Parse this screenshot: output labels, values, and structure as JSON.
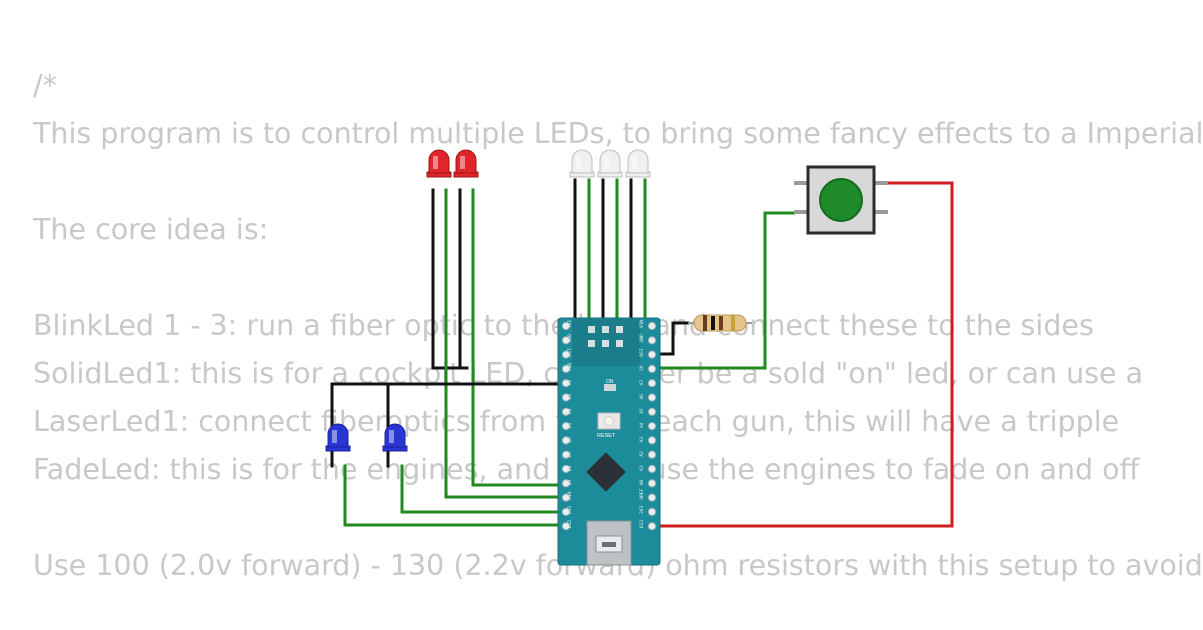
{
  "code_lines": [
    "/*",
    "This program is to control multiple LEDs, to bring some fancy effects to a Imperial",
    "",
    "The core idea is:",
    "",
    "BlinkLed 1 - 3: run a fiber optic to the leds, and connect these to the sides",
    "SolidLed1: this is for a cockpit LED, can either be a sold \"on\" led, or can use a",
    "LaserLed1: connect fiberoptics from this to each gun, this will have a tripple",
    "FadeLed: this is for the engines, and will cause the engines to fade on and off",
    "",
    "Use 100 (2.0v forward) - 130 (2.2v forward) ohm resistors with this setup to avoid"
  ],
  "board": {
    "reset_label": "RESET",
    "on_label": "ON",
    "pins_left_top": [
      "TX1",
      "RX0",
      "RST",
      "GND",
      "D2",
      "D3",
      "D4",
      "D5",
      "D6",
      "D7",
      "D8",
      "D9",
      "D10",
      "D11",
      "D12"
    ],
    "pins_right_top": [
      "VIN",
      "GND",
      "RST",
      "5V",
      "A7",
      "A6",
      "A5",
      "A4",
      "A3",
      "A2",
      "A1",
      "A0",
      "AREF",
      "3V3",
      "D13"
    ]
  },
  "colors": {
    "wire_black": "#111111",
    "wire_green": "#1f8a1f",
    "wire_red": "#d01e1e",
    "led_red": "#e0262a",
    "led_white": "#f0f0ee",
    "led_blue": "#2a35d6",
    "board": "#1d8c9a",
    "button": "#1e8a2a"
  }
}
